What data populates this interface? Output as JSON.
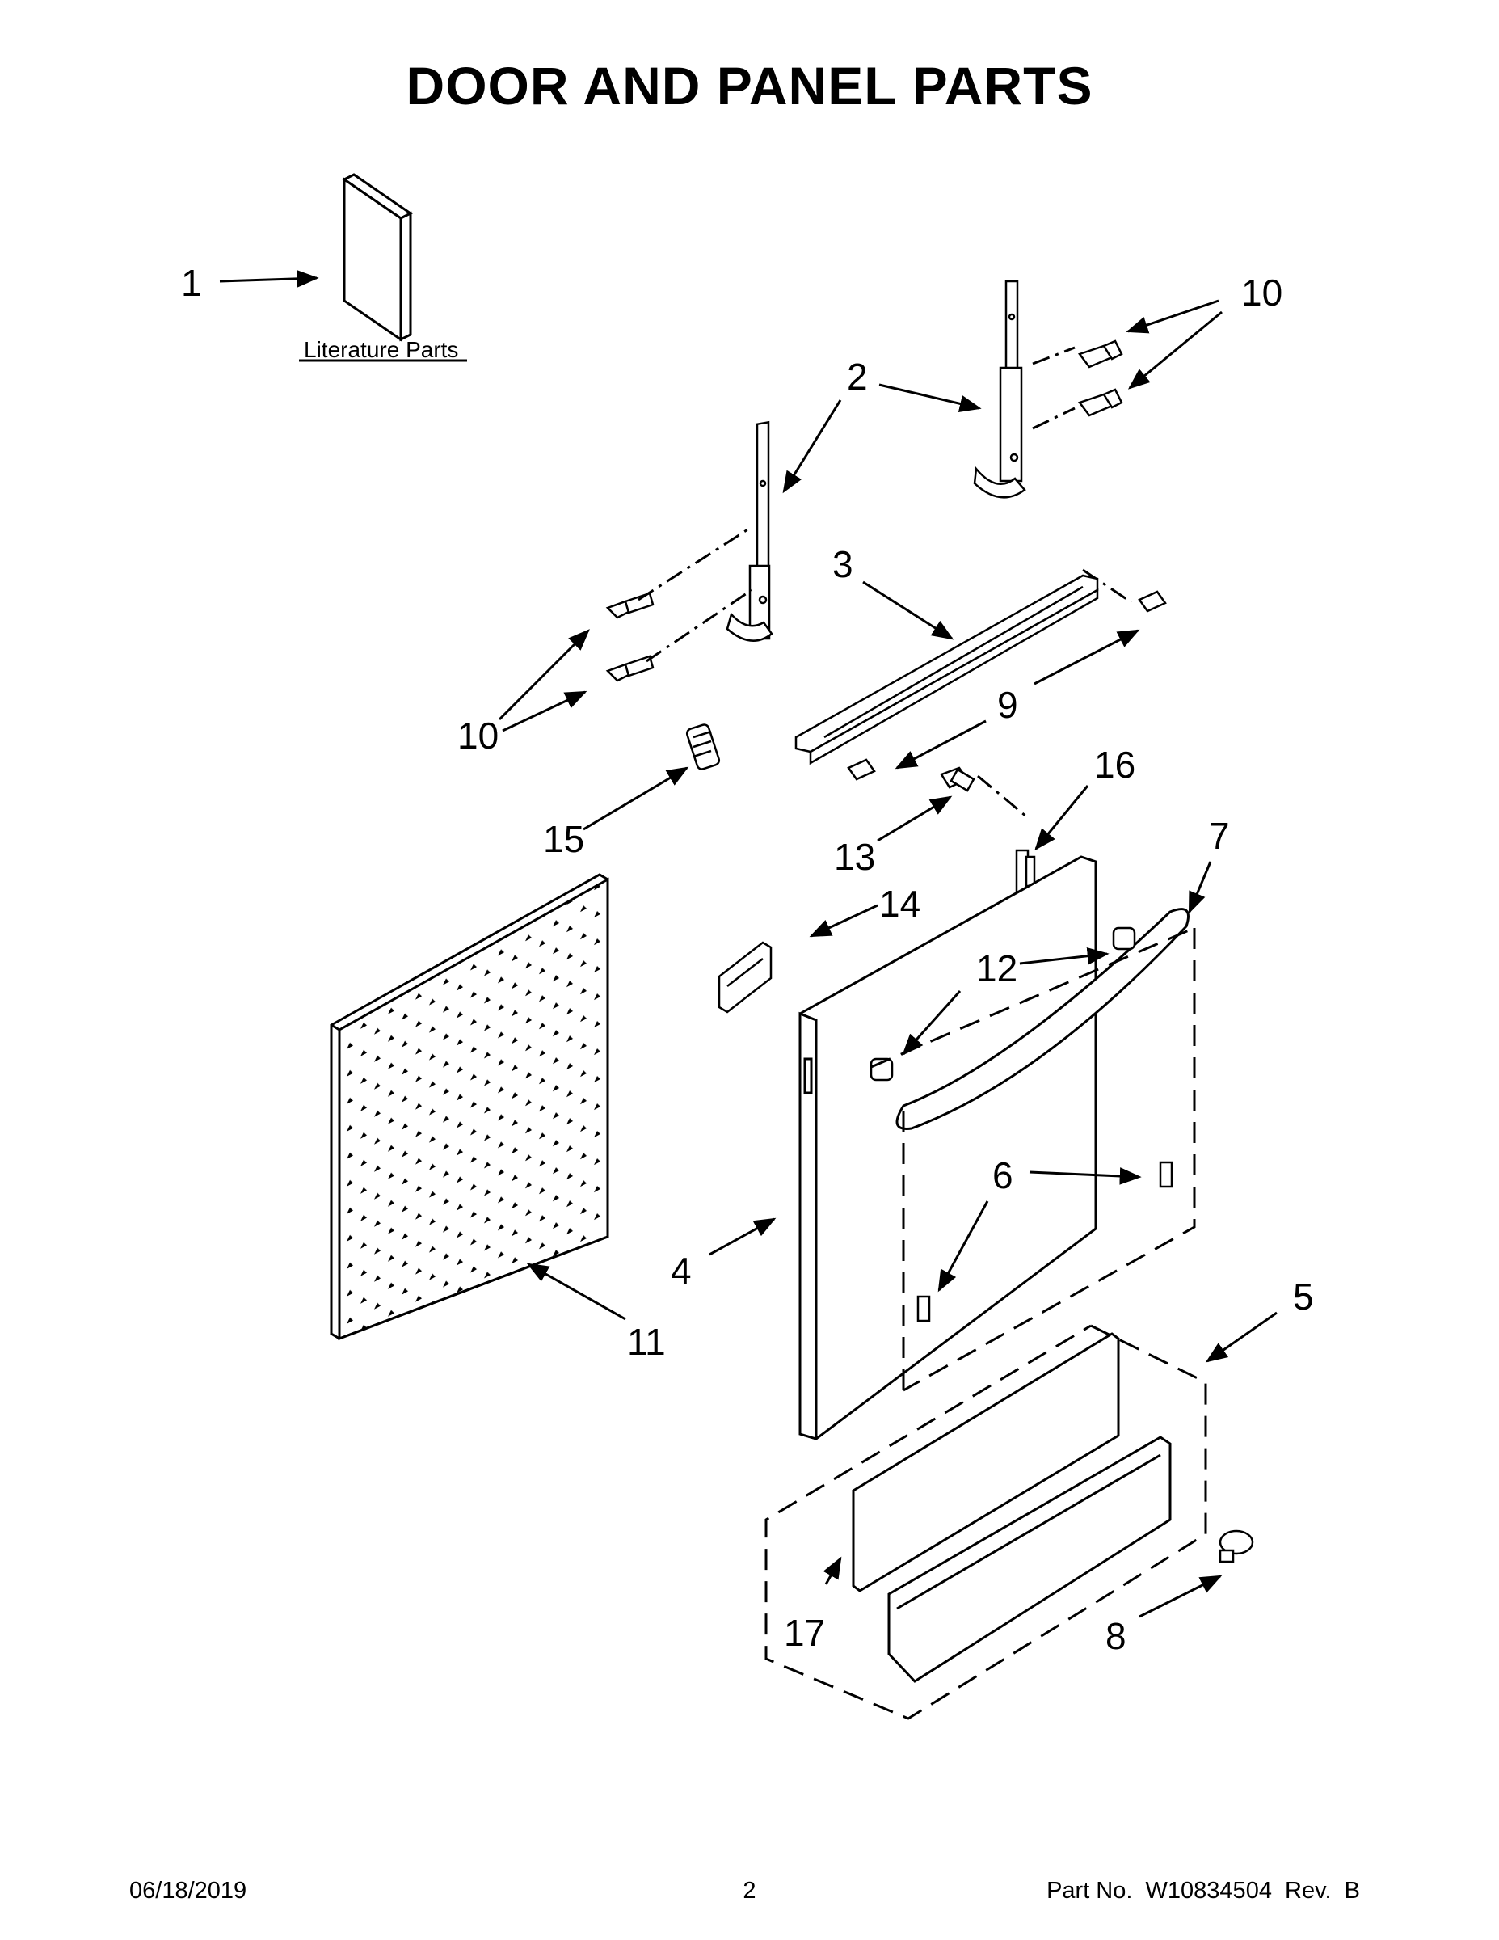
{
  "title": "DOOR AND PANEL PARTS",
  "literature_label": "Literature Parts",
  "callouts": [
    "1",
    "2",
    "3",
    "4",
    "5",
    "6",
    "7",
    "8",
    "9",
    "10",
    "10",
    "11",
    "12",
    "13",
    "14",
    "15",
    "16",
    "17"
  ],
  "footer": {
    "date": "06/18/2019",
    "page": "2",
    "part_no": "Part No.  W10834504  Rev.  B"
  }
}
